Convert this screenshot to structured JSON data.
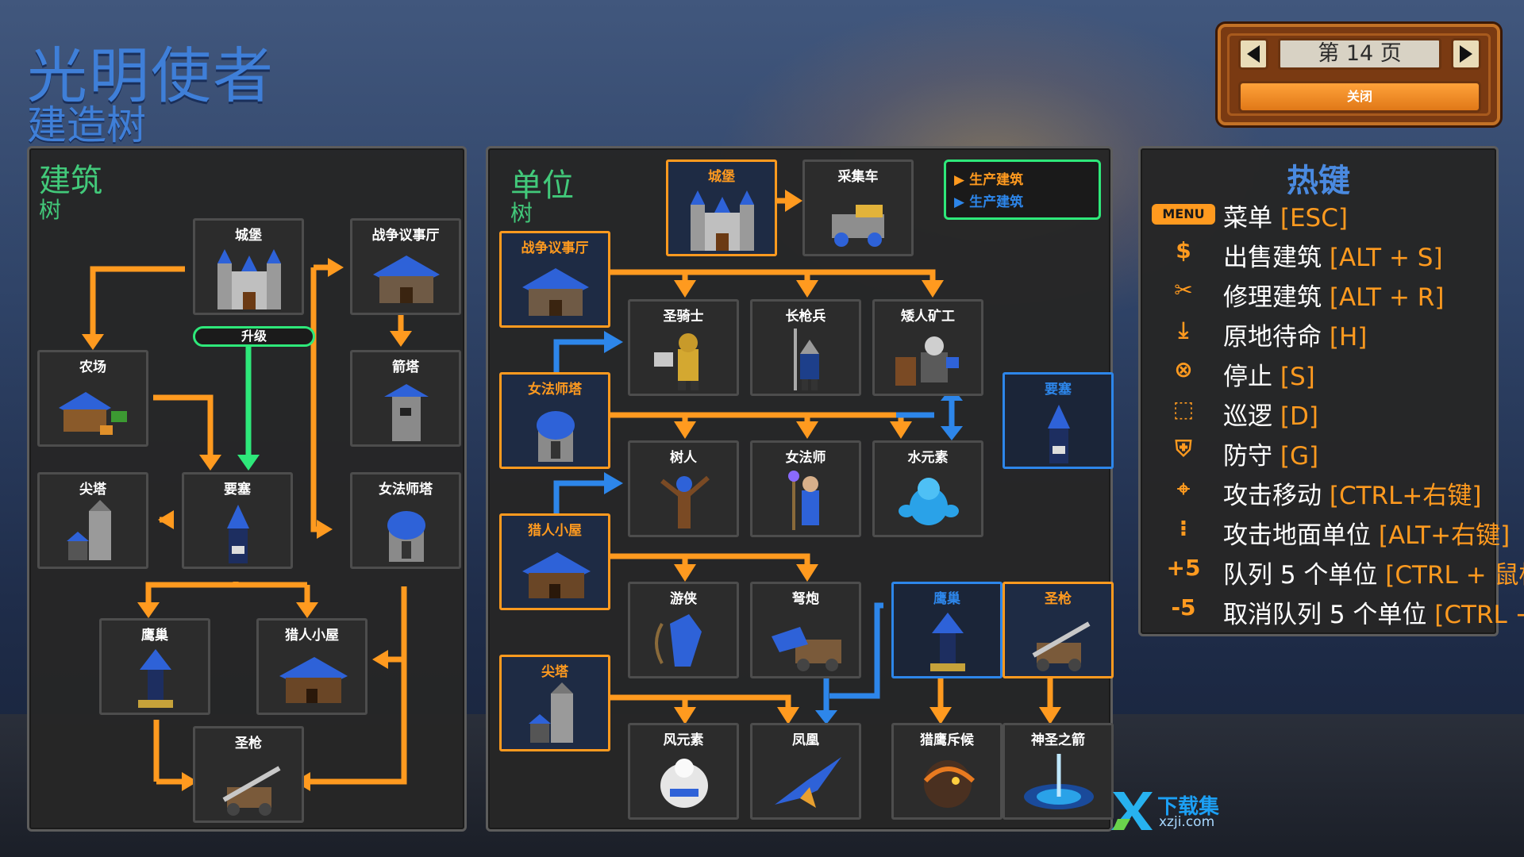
{
  "header": {
    "title": "光明使者",
    "subtitle": "建造树"
  },
  "pager": {
    "page_text": "第 14 页",
    "close_label": "关闭"
  },
  "buildings": {
    "title": "建筑",
    "sub": "树",
    "upgrade_label": "升级",
    "nodes": {
      "castle": "城堡",
      "war_hall": "战争议事厅",
      "farm": "农场",
      "arrow_tower": "箭塔",
      "spire": "尖塔",
      "fortress": "要塞",
      "mage_tower": "女法师塔",
      "eyrie": "鹰巢",
      "hunter_lodge": "猎人小屋",
      "holy_lance": "圣枪"
    }
  },
  "units": {
    "title": "单位",
    "sub": "树",
    "legend": {
      "produce_1": "生产建筑",
      "produce_2": "生产建筑"
    },
    "nodes": {
      "castle": "城堡",
      "harvester": "采集车",
      "war_hall": "战争议事厅",
      "paladin": "圣骑士",
      "pikeman": "长枪兵",
      "dwarf_miner": "矮人矿工",
      "mage_tower": "女法师塔",
      "fortress": "要塞",
      "treant": "树人",
      "sorceress": "女法师",
      "water_elemental": "水元素",
      "hunter_lodge": "猎人小屋",
      "ranger": "游侠",
      "ballista": "弩炮",
      "eyrie": "鹰巢",
      "holy_lance": "圣枪",
      "spire": "尖塔",
      "wind_elemental": "风元素",
      "phoenix": "凤凰",
      "falcon_scout": "猎鹰斥候",
      "holy_arrow": "神圣之箭"
    }
  },
  "hotkeys": {
    "title": "热键",
    "items": [
      {
        "icon": "MENU",
        "label": "菜单",
        "key": "[ESC]"
      },
      {
        "icon": "$",
        "label": "出售建筑",
        "key": "[ALT + S]"
      },
      {
        "icon": "✂",
        "label": "修理建筑",
        "key": "[ALT + R]"
      },
      {
        "icon": "⤓",
        "label": "原地待命",
        "key": "[H]"
      },
      {
        "icon": "⊗",
        "label": "停止",
        "key": "[S]"
      },
      {
        "icon": "⬚",
        "label": "巡逻",
        "key": "[D]"
      },
      {
        "icon": "⛨",
        "label": "防守",
        "key": "[G]"
      },
      {
        "icon": "⌖",
        "label": "攻击移动",
        "key": "[CTRL+右键]"
      },
      {
        "icon": "⁝",
        "label": "攻击地面单位",
        "key": "[ALT+右键]"
      },
      {
        "icon": "+5",
        "label": "队列 5 个单位",
        "key": "[CTRL + 鼠标左"
      },
      {
        "icon": "-5",
        "label": "取消队列 5 个单位",
        "key": "[CTRL + 鼠"
      }
    ]
  },
  "watermark": {
    "line1": "下载集",
    "line2": "xzji.com"
  },
  "colors": {
    "accent": "#ff9a1f",
    "green": "#42c97a",
    "blue": "#2d86ea",
    "title_blue": "#3f7fd8"
  }
}
